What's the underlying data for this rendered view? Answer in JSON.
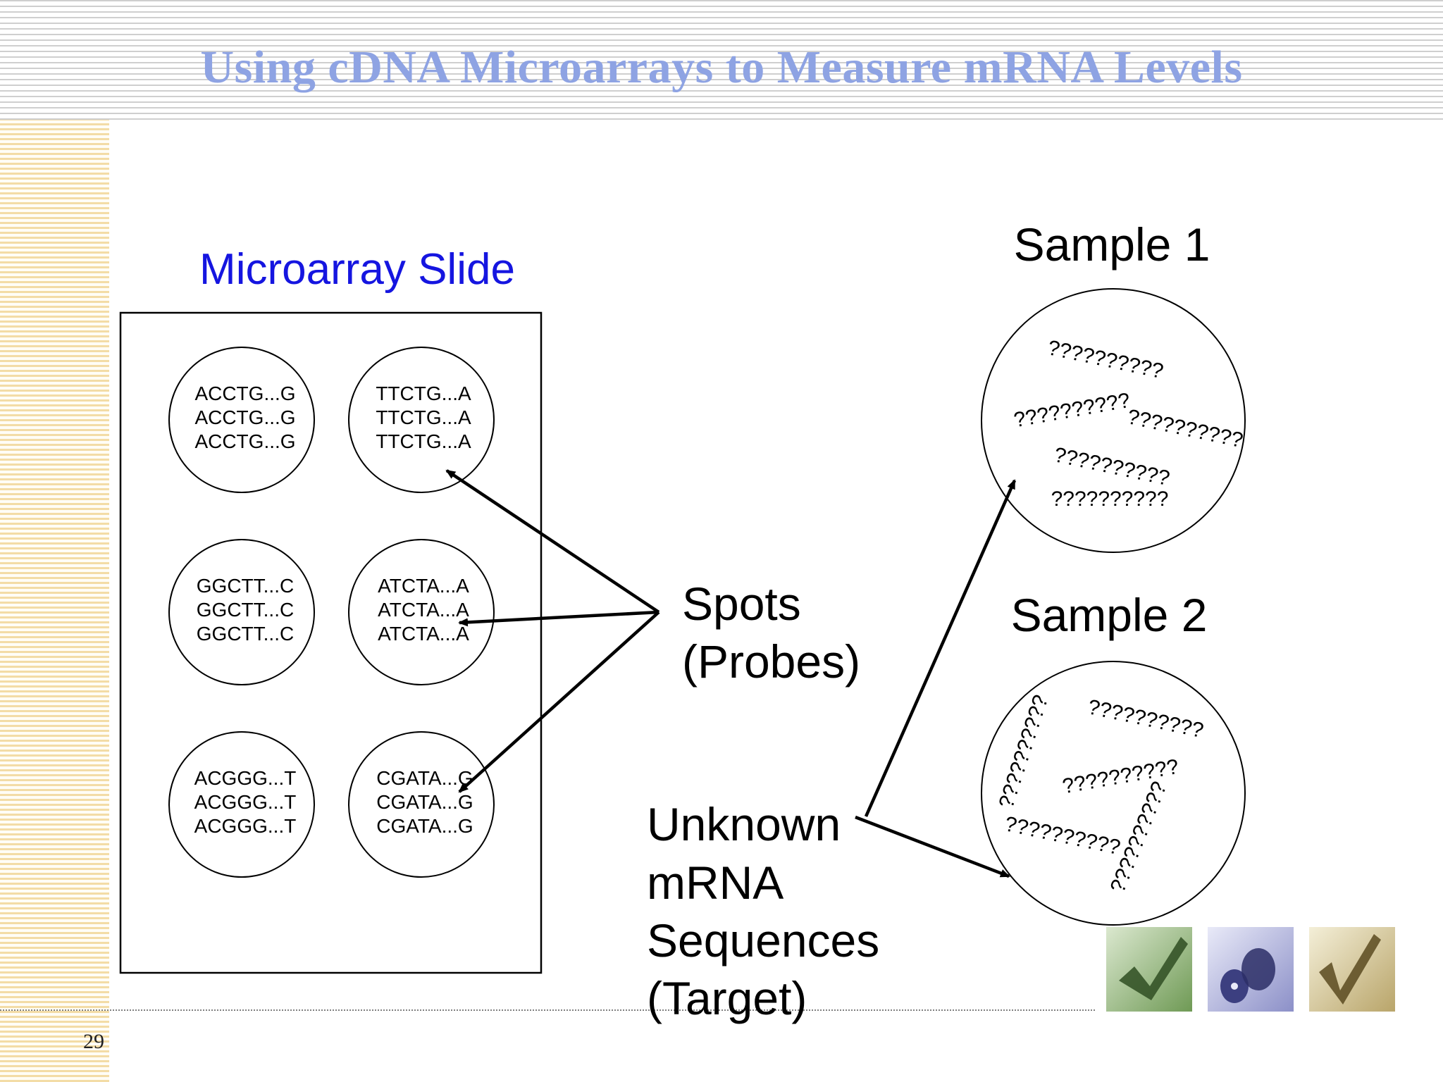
{
  "slide": {
    "title": "Using cDNA Microarrays to Measure mRNA Levels",
    "page_number": "29"
  },
  "microarray": {
    "label": "Microarray Slide",
    "spots": [
      {
        "lines": [
          "ACCTG...G",
          "ACCTG...G",
          "ACCTG...G"
        ]
      },
      {
        "lines": [
          "TTCTG...A",
          "TTCTG...A",
          "TTCTG...A"
        ]
      },
      {
        "lines": [
          "GGCTT...C",
          "GGCTT...C",
          "GGCTT...C"
        ]
      },
      {
        "lines": [
          "ATCTA...A",
          "ATCTA...A",
          "ATCTA...A"
        ]
      },
      {
        "lines": [
          "ACGGG...T",
          "ACGGG...T",
          "ACGGG...T"
        ]
      },
      {
        "lines": [
          "CGATA...G",
          "CGATA...G",
          "CGATA...G"
        ]
      }
    ]
  },
  "probes_label": [
    "Spots",
    "(Probes)"
  ],
  "target_label": [
    "Unknown",
    "mRNA",
    "Sequences",
    "(Target)"
  ],
  "samples": [
    {
      "label": "Sample 1",
      "unknown_sequences": [
        "??????????",
        "??????????",
        "??????????",
        "??????????",
        "??????????"
      ]
    },
    {
      "label": "Sample 2",
      "unknown_sequences": [
        "??????????",
        "??????????",
        "??????????",
        "??????????",
        "??????????"
      ]
    }
  ],
  "colors": {
    "title": "#8ea3e3",
    "microarray_label": "#1515e0",
    "left_stripes": "#f3dca6",
    "top_stripes": "#c8c8c8"
  },
  "icons": [
    "green-checkmark-photo-icon",
    "blue-disc-photo-icon",
    "gold-checkmark-photo-icon"
  ]
}
